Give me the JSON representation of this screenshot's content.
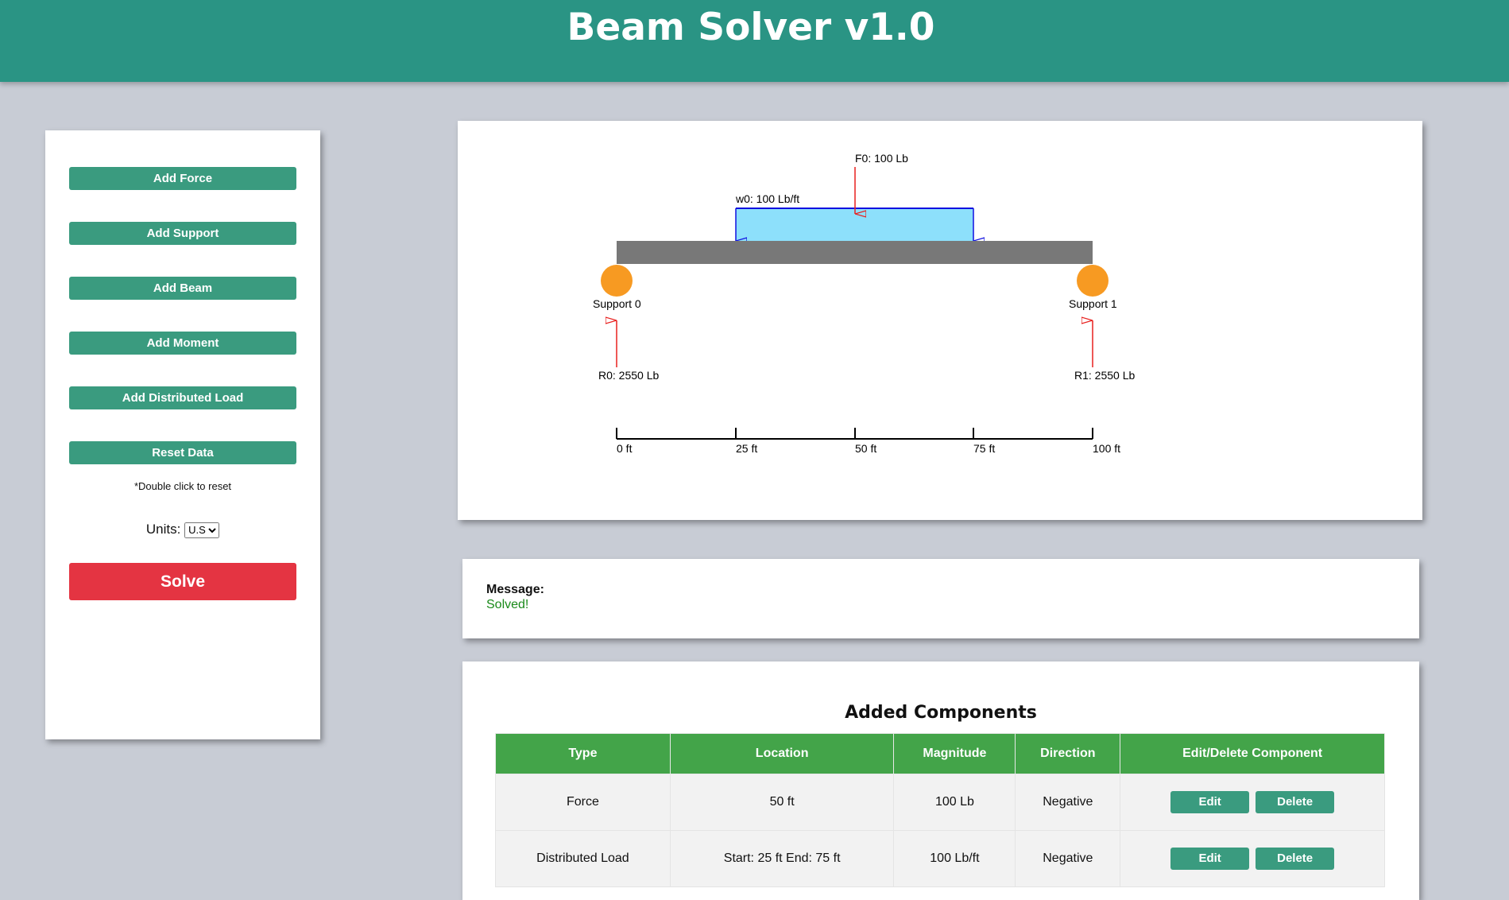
{
  "app": {
    "title": "Beam Solver v1.0"
  },
  "sidebar": {
    "buttons": [
      "Add Force",
      "Add Support",
      "Add Beam",
      "Add Moment",
      "Add Distributed Load",
      "Reset Data"
    ],
    "reset_note": "*Double click to reset",
    "units_label": "Units:",
    "units_selected": "U.S",
    "solve_label": "Solve"
  },
  "diagram": {
    "force_label": "F0: 100 Lb",
    "dist_load_label": "w0: 100 Lb/ft",
    "supports": [
      "Support 0",
      "Support 1"
    ],
    "reactions": [
      "R0: 2550 Lb",
      "R1: 2550 Lb"
    ],
    "ruler_ticks": [
      "0 ft",
      "25 ft",
      "50 ft",
      "75 ft",
      "100 ft"
    ],
    "colors": {
      "beam": "#787878",
      "support": "#f79a22",
      "force": "#e8201e",
      "dist_load_fill": "#8de0fb",
      "dist_load_stroke": "#1010e0"
    }
  },
  "message": {
    "label": "Message:",
    "text": "Solved!"
  },
  "components": {
    "title": "Added Components",
    "headers": [
      "Type",
      "Location",
      "Magnitude",
      "Direction",
      "Edit/Delete Component"
    ],
    "rows": [
      {
        "type": "Force",
        "location": "50 ft",
        "magnitude": "100 Lb",
        "direction": "Negative"
      },
      {
        "type": "Distributed Load",
        "location": "Start: 25 ft End: 75 ft",
        "magnitude": "100 Lb/ft",
        "direction": "Negative"
      }
    ],
    "edit_label": "Edit",
    "delete_label": "Delete"
  }
}
